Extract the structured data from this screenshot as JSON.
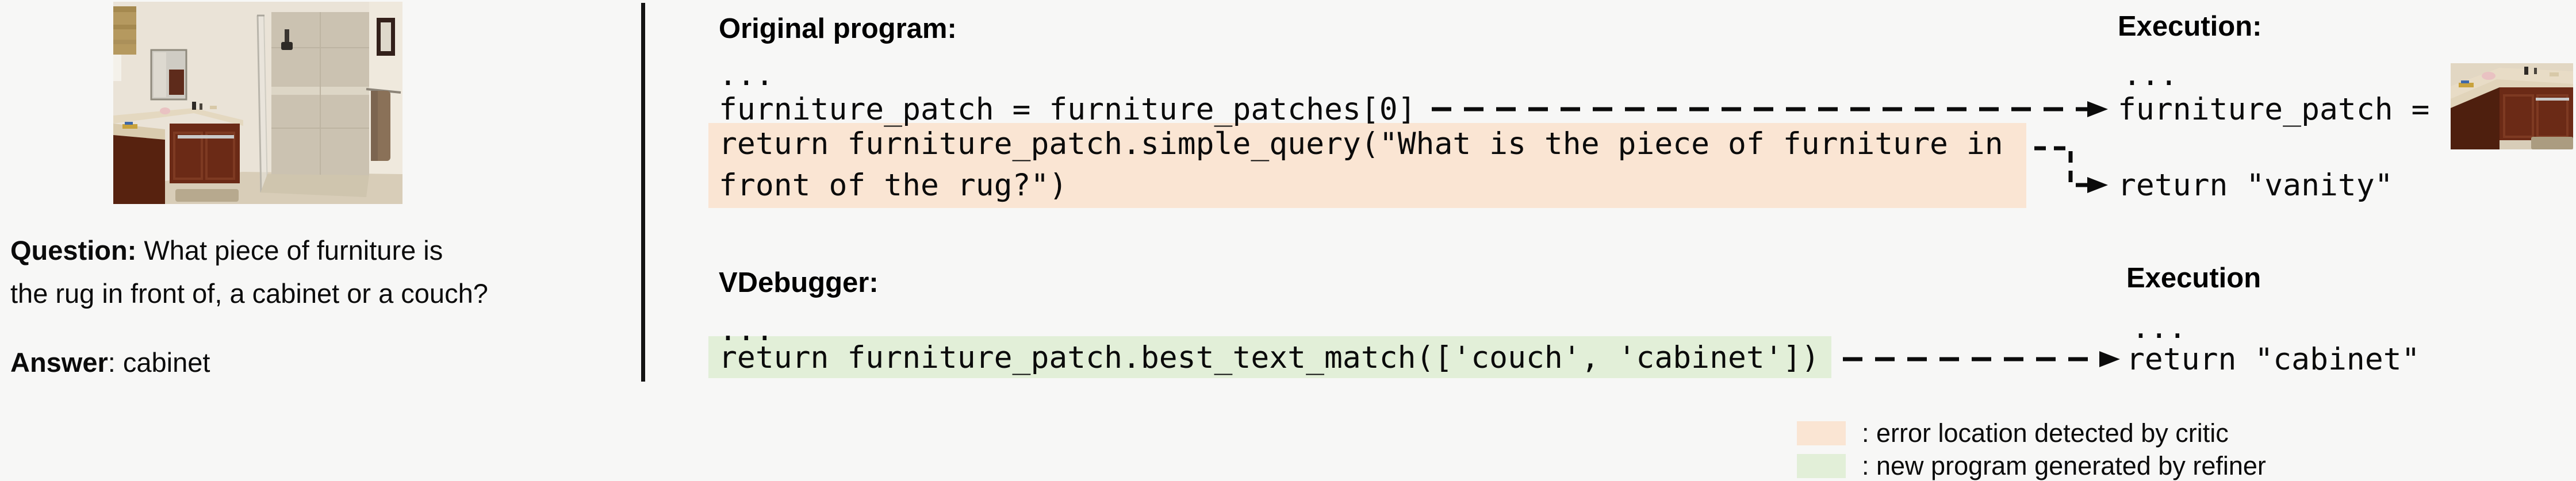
{
  "colors": {
    "background": "#f7f7f6",
    "error_highlight": "#fae5d3",
    "refined_highlight": "#e2efd8",
    "divider": "#141414",
    "text": "#0b0b0b"
  },
  "left_panel": {
    "question_label": "Question:",
    "question_line1_rest": " What piece of furniture is",
    "question_line2": "the rug in front of, a cabinet or a couch?",
    "answer_label": "Answer",
    "answer_rest": ": cabinet"
  },
  "original_program": {
    "heading": "Original program:",
    "ellipsis": "...",
    "line1": "furniture_patch = furniture_patches[0]",
    "line2_highlighted": "return furniture_patch.simple_query(\"What is the piece of furniture in",
    "line3_highlighted": "front of the rug?\")"
  },
  "execution_top": {
    "heading": "Execution:",
    "ellipsis": "...",
    "assign_line": "furniture_patch =",
    "return_line": "return \"vanity\""
  },
  "vdebugger": {
    "heading": "VDebugger:",
    "ellipsis": "...",
    "line_highlighted": "return furniture_patch.best_text_match(['couch', 'cabinet'])"
  },
  "execution_bottom": {
    "heading": "Execution",
    "ellipsis": "...",
    "return_line": "return \"cabinet\""
  },
  "legend": {
    "items": [
      {
        "swatch_color": "#fae5d3",
        "label": ": error location detected by critic"
      },
      {
        "swatch_color": "#e2efd8",
        "label": ": new program generated by refiner"
      }
    ]
  }
}
